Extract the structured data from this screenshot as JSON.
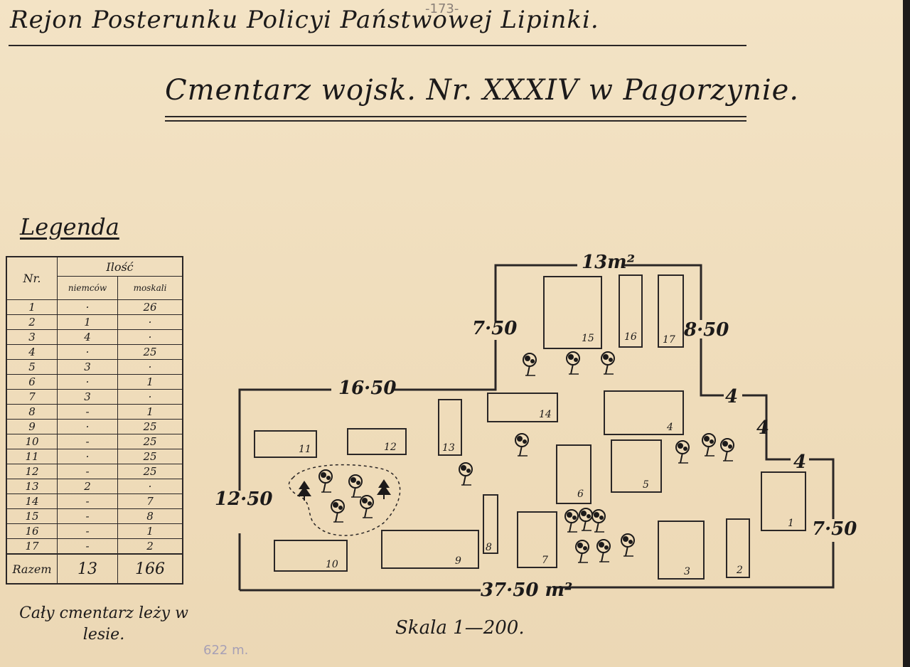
{
  "archive_number": "-173-",
  "header": "Rejon Posterunku Policyi Państwowej Lipinki.",
  "title": "Cmentarz wojsk. Nr. XXXIV w Pagorzynie.",
  "legend": {
    "title": "Legenda",
    "headers": {
      "number": "Nr.",
      "group": "Ilość",
      "germans": "niemców",
      "russians": "moskali"
    },
    "rows": [
      {
        "n": "1",
        "a": "·",
        "b": "26"
      },
      {
        "n": "2",
        "a": "1",
        "b": "·"
      },
      {
        "n": "3",
        "a": "4",
        "b": "·"
      },
      {
        "n": "4",
        "a": "·",
        "b": "25"
      },
      {
        "n": "5",
        "a": "3",
        "b": "·"
      },
      {
        "n": "6",
        "a": "·",
        "b": "1"
      },
      {
        "n": "7",
        "a": "3",
        "b": "·"
      },
      {
        "n": "8",
        "a": "-",
        "b": "1"
      },
      {
        "n": "9",
        "a": "·",
        "b": "25"
      },
      {
        "n": "10",
        "a": "-",
        "b": "25"
      },
      {
        "n": "11",
        "a": "·",
        "b": "25"
      },
      {
        "n": "12",
        "a": "-",
        "b": "25"
      },
      {
        "n": "13",
        "a": "2",
        "b": "·"
      },
      {
        "n": "14",
        "a": "-",
        "b": "7"
      },
      {
        "n": "15",
        "a": "-",
        "b": "8"
      },
      {
        "n": "16",
        "a": "-",
        "b": "1"
      },
      {
        "n": "17",
        "a": "-",
        "b": "2"
      }
    ],
    "total": {
      "label": "Razem",
      "a": "13",
      "b": "166"
    }
  },
  "note": "Cały cmentarz leży w lesie.",
  "scale": "Skala 1—200.",
  "pencil_note": "622 m.",
  "plan": {
    "dimensions": {
      "top": "13m²",
      "left_upper": "7·50",
      "right_upper": "8·50",
      "left_mid": "16·50",
      "step_a": "4",
      "step_b": "4",
      "step_c": "4",
      "left": "12·50",
      "right": "7·50",
      "bottom": "37·50 m²"
    },
    "graves": [
      "1",
      "2",
      "3",
      "4",
      "5",
      "6",
      "7",
      "8",
      "9",
      "10",
      "11",
      "12",
      "13",
      "14",
      "15",
      "16",
      "17"
    ],
    "tree_icon": "tree-icon"
  }
}
